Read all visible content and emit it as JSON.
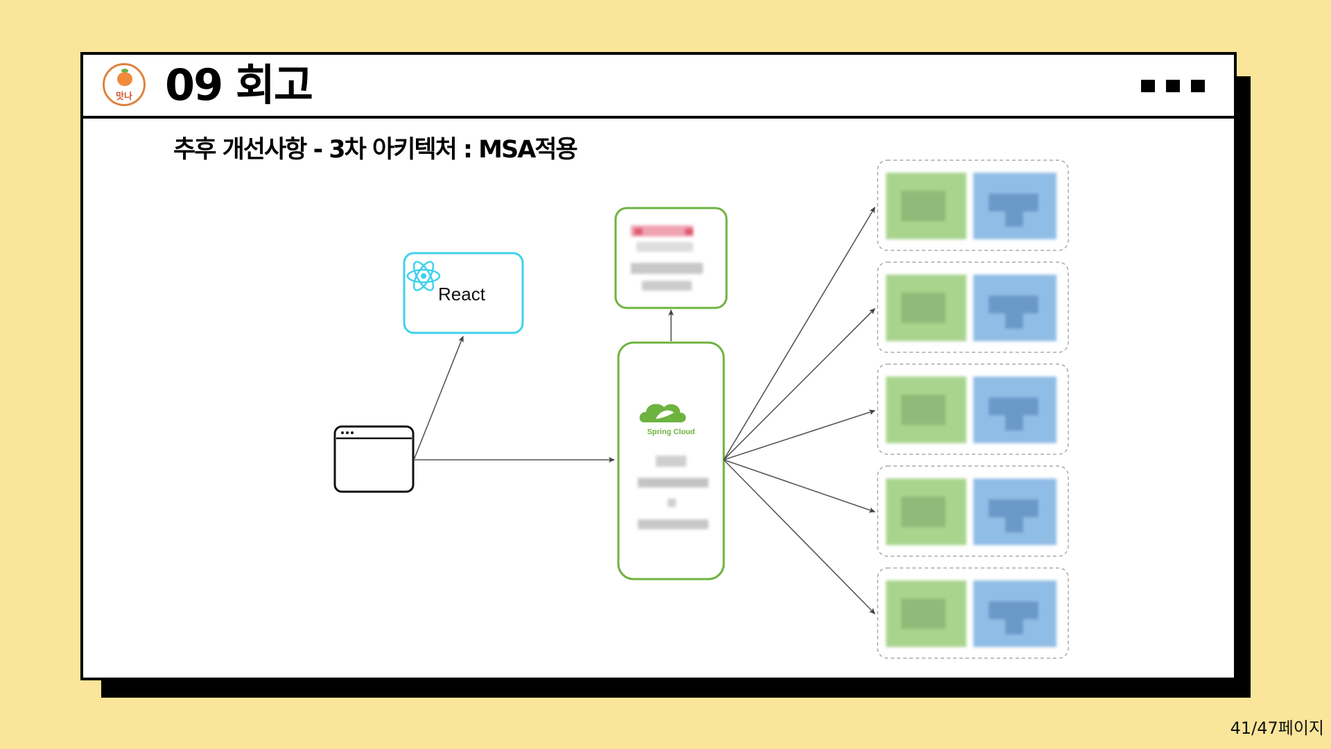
{
  "header": {
    "logo_text": "맛나",
    "title": "09 회고"
  },
  "slide": {
    "subtitle": "추후 개선사항 - 3차 아키텍처 : MSA적용"
  },
  "diagram": {
    "react_label": "React",
    "spring_cloud_label": "Spring Cloud",
    "service_count": 5
  },
  "colors": {
    "background": "#fae59a",
    "react_border": "#3fd2ec",
    "spring_green": "#6db33f",
    "service_green": "#a8d48e",
    "service_blue": "#90bde6"
  },
  "footer": {
    "page_indicator": "41/47페이지"
  }
}
